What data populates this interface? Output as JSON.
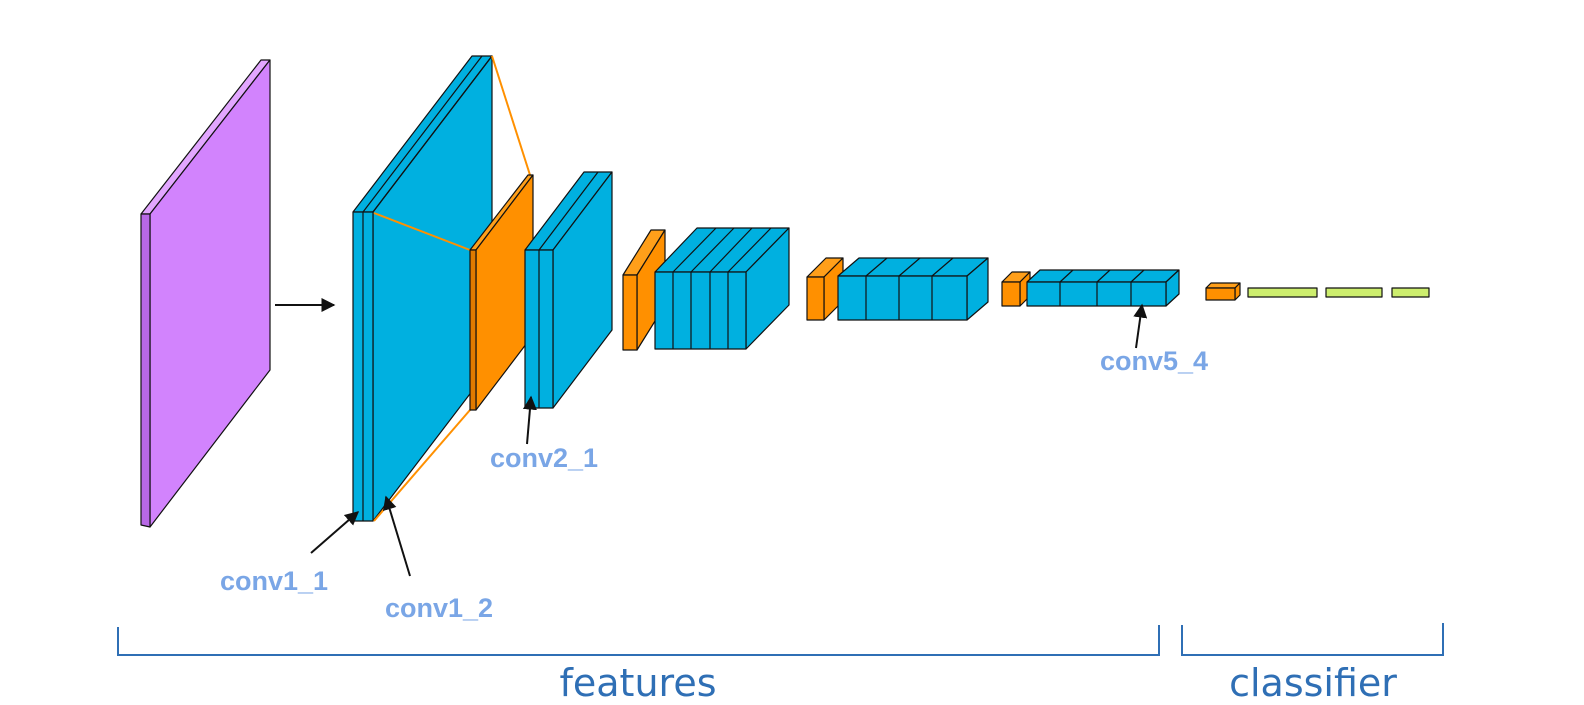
{
  "diagram": {
    "labels": {
      "conv1_1": "conv1_1",
      "conv1_2": "conv1_2",
      "conv2_1": "conv2_1",
      "conv5_4": "conv5_4"
    },
    "groups": {
      "features": "features",
      "classifier": "classifier"
    },
    "colors": {
      "input": "#d283fd",
      "conv": "#00b0e0",
      "pool": "#ff9000",
      "fc": "#cdee6e",
      "label_text": "#7aa6e6",
      "group_text": "#2f6fb5"
    }
  }
}
